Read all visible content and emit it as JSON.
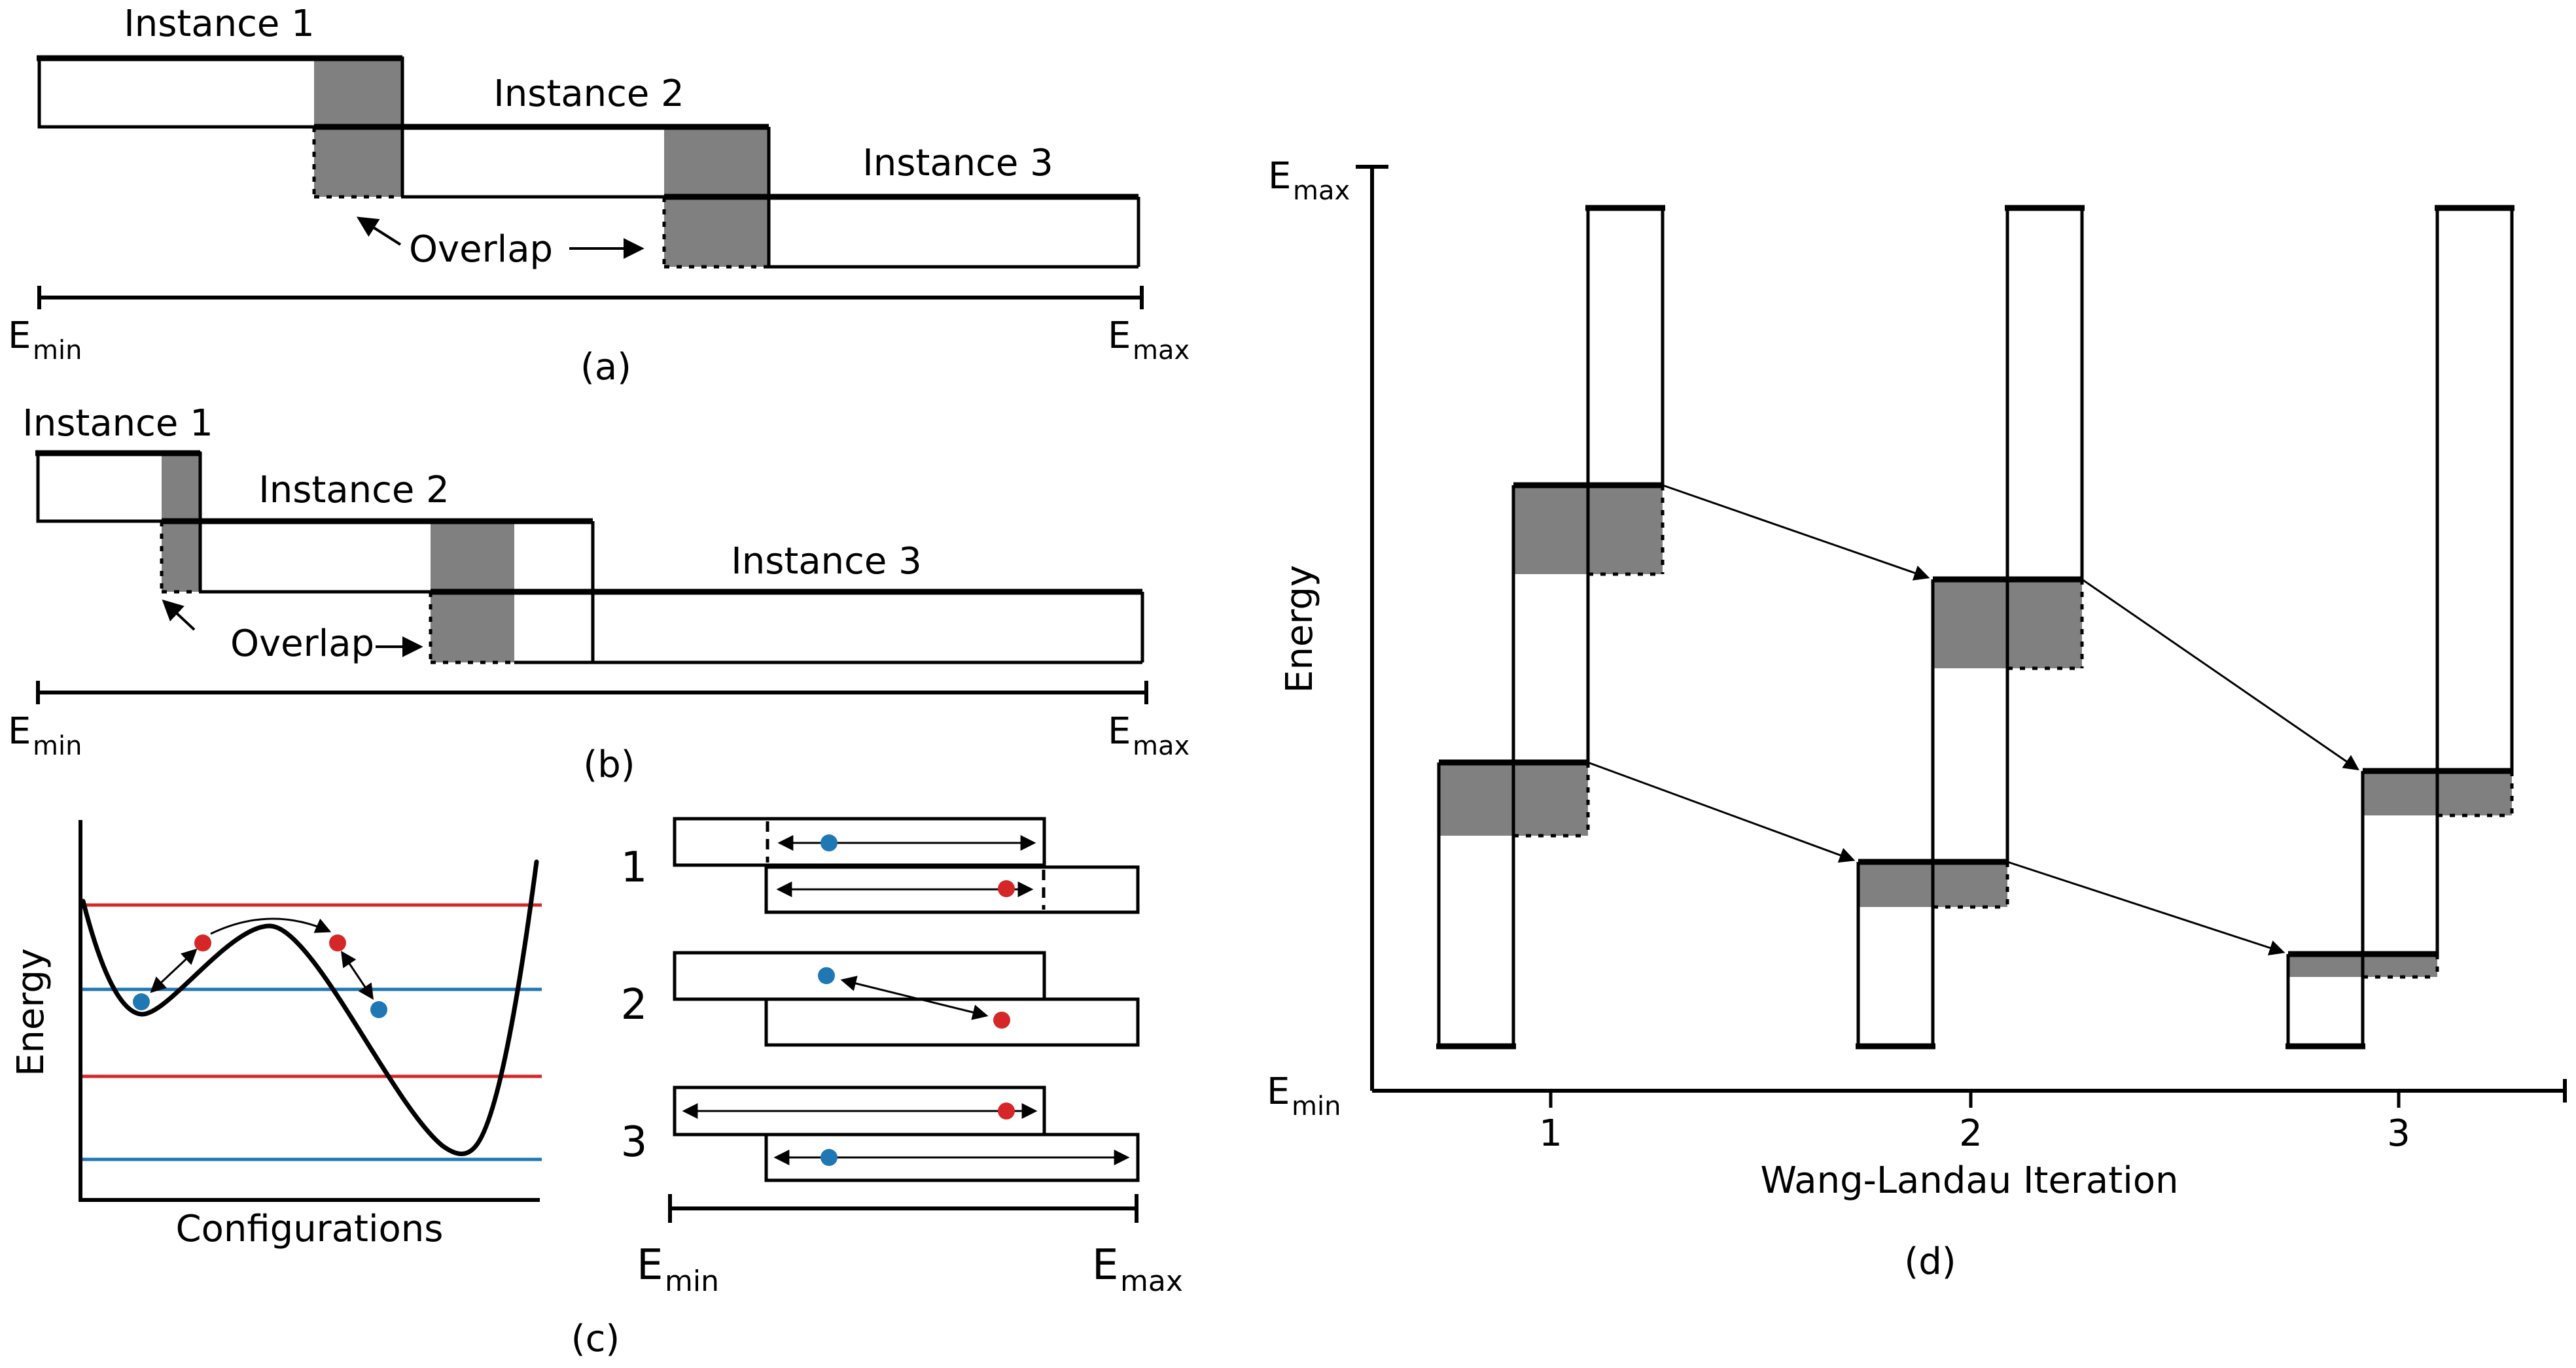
{
  "colors": {
    "overlap_gray": "#808080",
    "red": "#d62728",
    "blue": "#1f77b4",
    "black": "#000000",
    "background": "#ffffff"
  },
  "panel_a": {
    "instance1": "Instance 1",
    "instance2": "Instance 2",
    "instance3": "Instance 3",
    "overlap_label": "Overlap",
    "e_min_base": "E",
    "e_min_sub": "min",
    "e_max_base": "E",
    "e_max_sub": "max",
    "panel_label": "(a)"
  },
  "panel_b": {
    "instance1": "Instance 1",
    "instance2": "Instance 2",
    "instance3": "Instance 3",
    "overlap_label": "Overlap",
    "e_min_base": "E",
    "e_min_sub": "min",
    "e_max_base": "E",
    "e_max_sub": "max",
    "panel_label": "(b)"
  },
  "panel_c": {
    "ylabel": "Energy",
    "xlabel": "Configurations",
    "row_labels": [
      "1",
      "2",
      "3"
    ],
    "e_min_base": "E",
    "e_min_sub": "min",
    "e_max_base": "E",
    "e_max_sub": "max",
    "panel_label": "(c)"
  },
  "panel_d": {
    "ylabel": "Energy",
    "xlabel": "Wang-Landau Iteration",
    "tick_labels": [
      "1",
      "2",
      "3"
    ],
    "e_max_base": "E",
    "e_max_sub": "max",
    "e_min_base": "E",
    "e_min_sub": "min",
    "panel_label": "(d)"
  }
}
